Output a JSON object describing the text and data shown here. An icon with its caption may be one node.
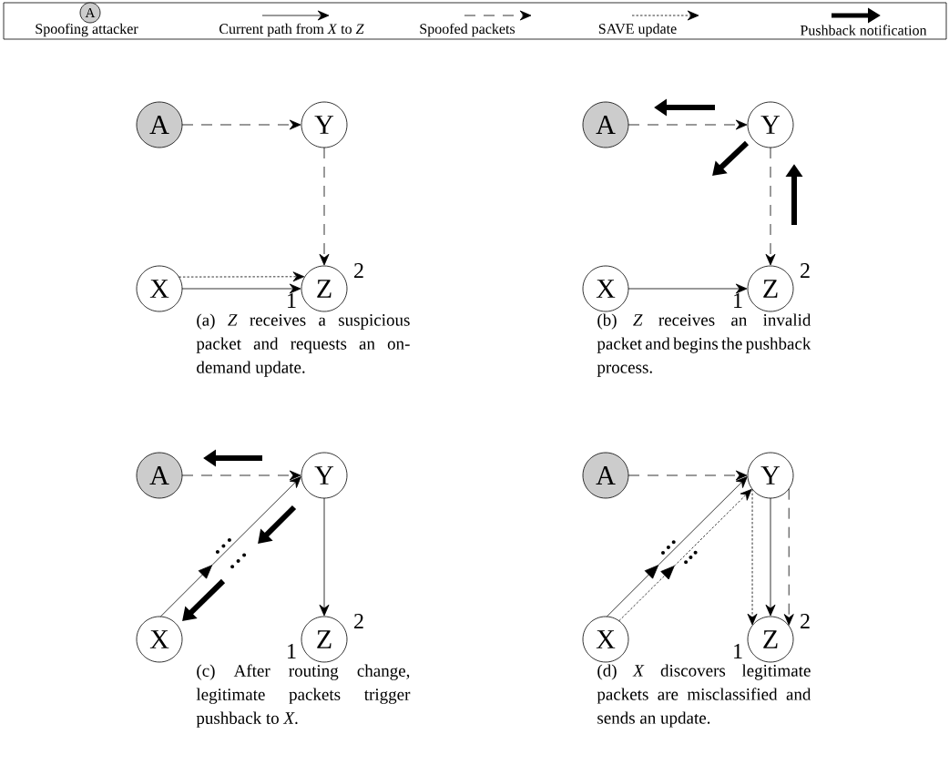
{
  "diagram": {
    "nodes": [
      {
        "text": [
          "A"
        ]
      },
      {
        "text": [
          "A"
        ]
      },
      {
        "text": [
          "Y"
        ]
      },
      {
        "text": [
          "X"
        ]
      },
      {
        "text": [
          "Z"
        ],
        "beside": [
          "2",
          "1"
        ]
      },
      {
        "text": [
          "A"
        ]
      },
      {
        "text": [
          "Y"
        ]
      },
      {
        "text": [
          "X"
        ]
      },
      {
        "text": [
          "Z"
        ],
        "beside": [
          "2",
          "1"
        ]
      },
      {
        "text": [
          "A"
        ]
      },
      {
        "text": [
          "Y"
        ]
      },
      {
        "text": [
          "X"
        ]
      },
      {
        "text": [
          "Z"
        ],
        "beside": [
          "2",
          "1"
        ]
      },
      {
        "text": [
          "A"
        ]
      },
      {
        "text": [
          "Y"
        ]
      },
      {
        "text": [
          "X"
        ]
      },
      {
        "text": [
          "Z"
        ],
        "beside": [
          "2",
          "1"
        ]
      }
    ],
    "edges": [
      {
        "from": 1,
        "to": 2,
        "arrow": "to",
        "style": "dashed"
      },
      {
        "from": 2,
        "to": 4,
        "arrow": "to",
        "style": "dashed"
      },
      {
        "from": 3,
        "to": 4,
        "arrow": "to"
      },
      {
        "from": 3,
        "to": 4,
        "arrow": "to",
        "style": "dashed"
      },
      {
        "from": 5,
        "to": 6,
        "arrow": "to",
        "style": "dashed"
      },
      {
        "from": 6,
        "to": 8,
        "arrow": "to",
        "style": "dashed"
      },
      {
        "from": 7,
        "to": 8,
        "arrow": "to"
      },
      {
        "from": 9,
        "to": 10,
        "arrow": "to",
        "style": "dashed"
      },
      {
        "from": 11,
        "to": 10,
        "arrow": "to"
      },
      {
        "from": 10,
        "to": 12,
        "arrow": "to"
      },
      {
        "from": 13,
        "to": 14,
        "arrow": "to",
        "style": "dashed"
      },
      {
        "from": 15,
        "to": 14,
        "arrow": "to"
      },
      {
        "from": 15,
        "to": 14,
        "arrow": "to",
        "style": "dashed"
      },
      {
        "from": 14,
        "to": 16,
        "arrow": "to",
        "style": "dashed"
      },
      {
        "from": 14,
        "to": 16,
        "arrow": "to"
      },
      {
        "from": 14,
        "to": 16,
        "arrow": "to",
        "style": "dashed"
      }
    ],
    "labels": [
      "(a) *Z* receives a suspicious packet and requests an on-demand update.",
      "(b) *Z* receives an invalid packet and begins the pushback process.",
      "(c) After routing change, legitimate packets trigger pushback to *X*.",
      "(d) *X* discovers legitimate packets are misclassified and sends an update."
    ],
    "legend": [
      {
        "text": "Spoofing attacker"
      },
      {
        "text": "Current path from *X* to *Z*"
      },
      {
        "text": "Spoofed packets"
      },
      {
        "text": "SAVE update"
      },
      {
        "text": "Pushback notification"
      }
    ]
  }
}
